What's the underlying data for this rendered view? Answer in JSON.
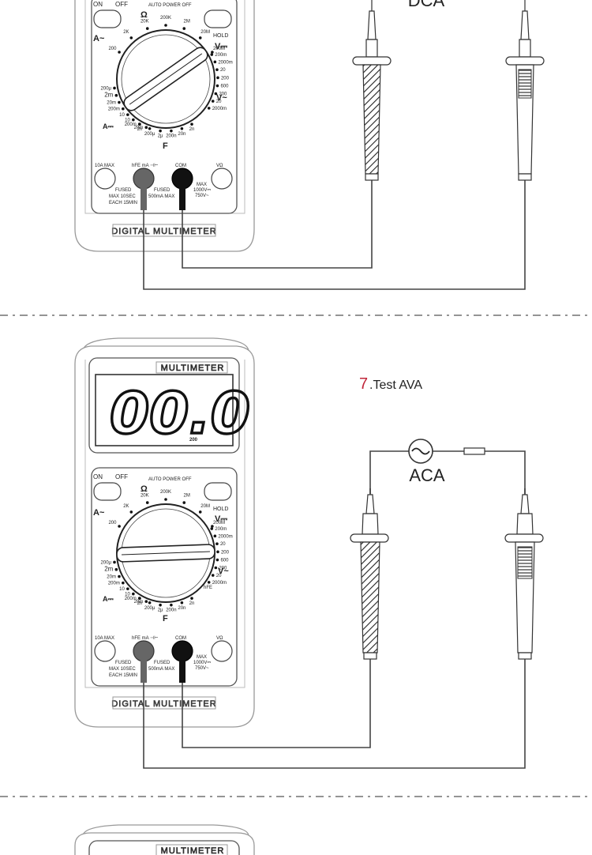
{
  "top_section": {
    "switch_on": "ON",
    "switch_off": "OFF",
    "auto_power_off": "AUTO POWER OFF",
    "mode_label": "DCA",
    "brand_bottom": "DIGITAL MULTIMETER"
  },
  "middle_section": {
    "step_number": "7",
    "step_text": ".Test AVA",
    "brand_top": "MULTIMETER",
    "display_value": "00.0",
    "display_range": "200",
    "switch_on": "ON",
    "switch_off": "OFF",
    "auto_power_off": "AUTO POWER OFF",
    "source_label": "ACA",
    "brand_bottom": "DIGITAL MULTIMETER"
  },
  "bottom_section": {
    "brand_top": "MULTIMETER"
  },
  "dial": {
    "ohm": "Ω",
    "amp_ac": "A~",
    "amp_dc": "A⎓",
    "volt_dc": "V⎓",
    "volt_ac": "V~",
    "farad": "F",
    "hold": "HOLD",
    "hfe": "hFE",
    "ohm_ranges": [
      "200",
      "2K",
      "20K",
      "200K",
      "2M",
      "20M",
      "200M"
    ],
    "left_ranges": [
      "200μ",
      "2m",
      "20m",
      "200m",
      "10",
      "10",
      "200m",
      "20m"
    ],
    "right_ranges": [
      "200m",
      "2000m",
      "20",
      "200",
      "600",
      "200",
      "20",
      "2000m"
    ],
    "bottom_ranges": [
      "2n",
      "200μ",
      "2μ",
      "200n",
      "20n",
      "2n"
    ]
  },
  "jacks": {
    "a10_label": "10A MAX",
    "hfe_label": "hFE mA ⊣⊢",
    "com_label": "COM",
    "v_label": "VΩ",
    "fused_left": "FUSED",
    "fused_mid": "FUSED",
    "max_10sec": "MAX  10SEC",
    "each_15min": "EACH 15MIN",
    "ma_max": "500mA MAX",
    "max_word": "MAX",
    "max_v_dc": "1000V⎓",
    "max_v_ac": "750V~"
  }
}
